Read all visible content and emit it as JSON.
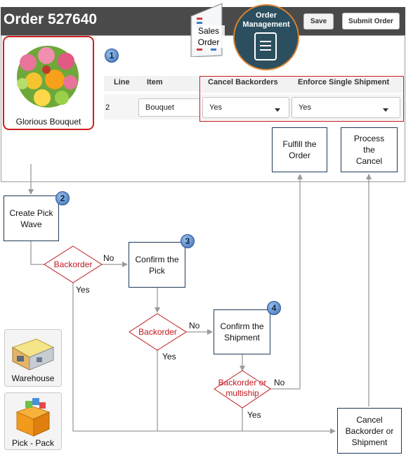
{
  "order": {
    "title": "Order 527640",
    "save_label": "Save",
    "submit_label": "Submit Order"
  },
  "sales_order_label": "Sales Order",
  "order_management_label": "Order Management",
  "bouquet": {
    "name": "Glorious Bouquet"
  },
  "table": {
    "headers": {
      "line": "Line",
      "item": "Item",
      "cancel_backorders": "Cancel Backorders",
      "enforce_single_shipment": "Enforce Single Shipment"
    },
    "row": {
      "line": "2",
      "item": "Bouquet",
      "cancel_backorders": "Yes",
      "enforce_single_shipment": "Yes"
    }
  },
  "badges": [
    "1",
    "2",
    "3",
    "4"
  ],
  "flow": {
    "create_pick_wave": "Create Pick Wave",
    "confirm_pick": "Confirm the Pick",
    "confirm_shipment": "Confirm the Shipment",
    "fulfill_order": "Fulfill the Order",
    "process_cancel": "Process the Cancel",
    "cancel_backorder": "Cancel Backorder or Shipment",
    "decision_backorder": "Backorder",
    "decision_backorder_multiship": "Backorder or multiship",
    "yes": "Yes",
    "no": "No"
  },
  "legend": {
    "warehouse": "Warehouse",
    "pick_pack": "Pick - Pack"
  },
  "colors": {
    "header": "#4a4a4a",
    "highlight_red": "#c0181f",
    "decision_text": "#c0181f",
    "box_border": "#1e3a5a",
    "line": "#9a9a9a"
  }
}
